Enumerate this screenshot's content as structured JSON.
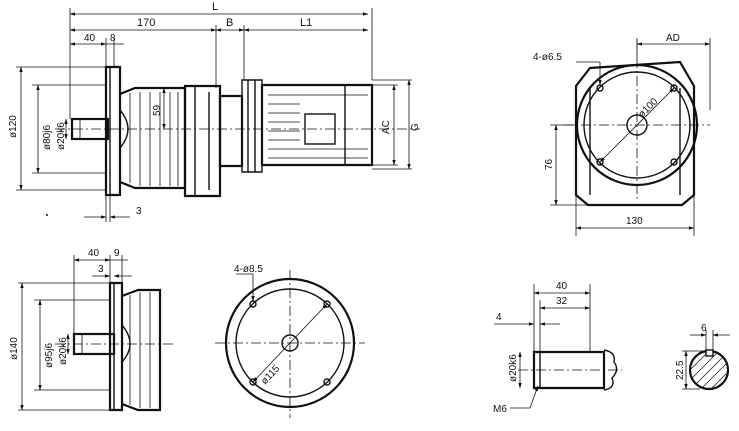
{
  "views": {
    "main_side": {
      "overall_length": "L",
      "length_170": "170",
      "length_b": "B",
      "length_l1": "L1",
      "flange_40": "40",
      "flange_8": "8",
      "shaft_dia_120": "ø120",
      "pilot_80": "ø80j6",
      "shaft_20": "ø20k6",
      "height_59": "59",
      "motor_ac": "AC",
      "motor_g": "G",
      "offset_3": "3"
    },
    "end_view": {
      "bolts": "4-ø6.5",
      "ad": "AD",
      "pcd_100": "ø100",
      "height_76": "76",
      "width_130": "130"
    },
    "alt_side": {
      "flange_40": "40",
      "flange_9": "9",
      "offset_3": "3",
      "dia_140": "ø140",
      "pilot_95": "ø95j6",
      "shaft_20": "ø20k6"
    },
    "alt_flange": {
      "bolts": "4-ø8.5",
      "pcd_115": "ø115"
    },
    "shaft_detail": {
      "len_40": "40",
      "len_32": "32",
      "offset_4": "4",
      "dia_20": "ø20k6",
      "thread": "M6"
    },
    "key_section": {
      "key_6": "6",
      "height_22_5": "22.5"
    }
  }
}
